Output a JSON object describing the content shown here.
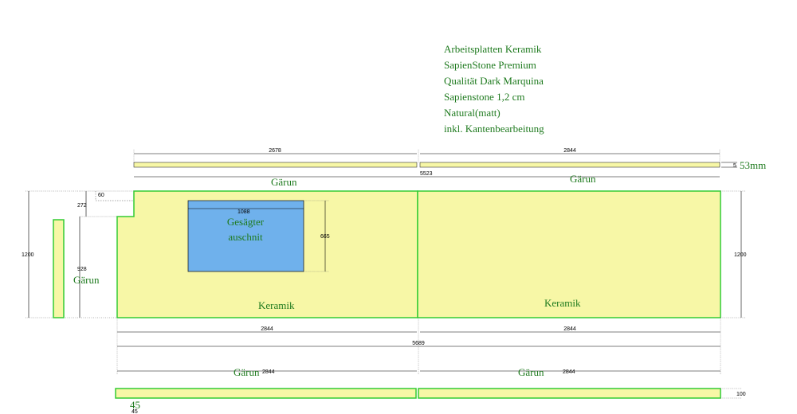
{
  "notes": [
    "Arbeitsplatten Keramik",
    "SapienStone Premium",
    "Qualität Dark Marquina",
    "Sapienstone 1,2 cm",
    "Natural(matt)",
    "inkl. Kantenbearbeitung"
  ],
  "dims": {
    "top_left": "2678",
    "top_right": "2844",
    "thickness_top": "53mm",
    "mid_overall": "5523",
    "notch_w": "60",
    "notch_h": "272",
    "left_height": "1200",
    "left_lower": "928",
    "right_height": "1200",
    "cutout_w": "1088",
    "cutout_h": "665",
    "bottom_left": "2844",
    "bottom_right": "2844",
    "bottom_overall": "5689",
    "lower_left": "2844",
    "lower_right": "2844",
    "bottom_strip_h": "100",
    "bottom_strip_note": "45",
    "bottom_small": "45"
  },
  "labels": {
    "garun_top": "Gärun",
    "garun_top_right": "Gärun",
    "garun_left": "Gärun",
    "garun_bottom_left": "Gärun",
    "garun_bottom_right": "Gärun",
    "keramik_left": "Keramik",
    "keramik_right": "Keramik",
    "cutout_line1": "Gesägter",
    "cutout_line2": "auschnit"
  },
  "colors": {
    "slab_fill": "#f7f7a6",
    "slab_edge": "#33cc33",
    "cutout_fill": "#6fb1ec",
    "text_green": "#1e7a1e"
  }
}
